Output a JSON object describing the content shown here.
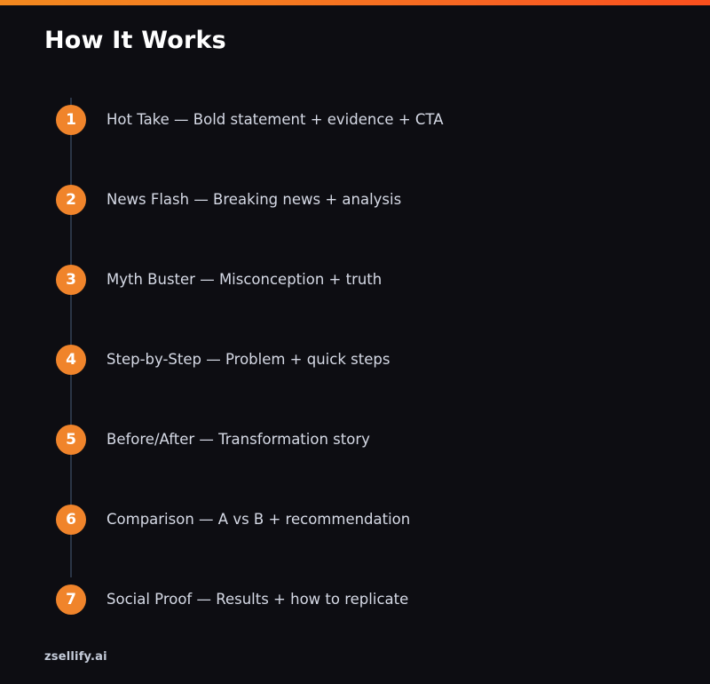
{
  "theme": {
    "background": "#0d0d12",
    "accent_start": "#f2881f",
    "accent_end": "#fa4f1d",
    "badge_color": "#f0842b",
    "badge_text_color": "#ffffff",
    "title_color": "#ffffff",
    "body_text_color": "#d6dae6",
    "timeline_color": "#2a3546",
    "footer_color": "#c5ccda"
  },
  "header": {
    "title": "How It Works"
  },
  "steps": [
    {
      "number": "1",
      "label": "Hot Take — Bold statement + evidence + CTA"
    },
    {
      "number": "2",
      "label": "News Flash — Breaking news + analysis"
    },
    {
      "number": "3",
      "label": "Myth Buster — Misconception + truth"
    },
    {
      "number": "4",
      "label": "Step-by-Step — Problem + quick steps"
    },
    {
      "number": "5",
      "label": "Before/After — Transformation story"
    },
    {
      "number": "6",
      "label": "Comparison — A vs B + recommendation"
    },
    {
      "number": "7",
      "label": "Social Proof — Results + how to replicate"
    }
  ],
  "footer": {
    "brand": "zsellify.ai"
  }
}
